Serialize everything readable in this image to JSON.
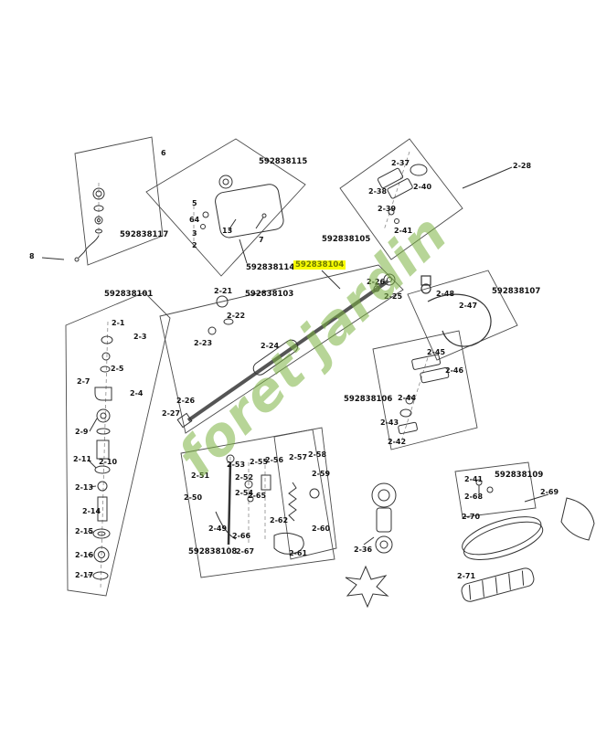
{
  "watermark": {
    "text": "foret'jardin",
    "color": "#7cb342"
  },
  "highlight": {
    "background": "#f8fc00",
    "text_color": "#6f7a00"
  },
  "assemblies": [
    "592838117",
    "592838115",
    "592838114",
    "592838105",
    "592838104",
    "592838101",
    "592838103",
    "592838107",
    "592838106",
    "592838109",
    "592838108"
  ],
  "callouts": [
    "6",
    "5",
    "64",
    "3",
    "2",
    "13",
    "7",
    "8",
    "2-37",
    "2-38",
    "2-39",
    "2-40",
    "2-41",
    "2-28",
    "2-21",
    "2-22",
    "2-23",
    "2-24",
    "2-25",
    "2-26",
    "2-26",
    "2-27",
    "2-1",
    "2-3",
    "2-5",
    "2-7",
    "2-4",
    "2-9",
    "2-11",
    "2-10",
    "2-13",
    "2-14",
    "2-15",
    "2-16",
    "2-17",
    "2-48",
    "2-47",
    "2-45",
    "2-46",
    "2-44",
    "2-43",
    "2-42",
    "2-51",
    "2-53",
    "2-55",
    "2-56",
    "2-57",
    "2-58",
    "2-52",
    "2-50",
    "2-54",
    "2-65",
    "2-49",
    "2-66",
    "2-67",
    "2-62",
    "2-59",
    "2-60",
    "2-61",
    "2-36",
    "2-41",
    "2-68",
    "2-69",
    "2-70",
    "2-71"
  ]
}
